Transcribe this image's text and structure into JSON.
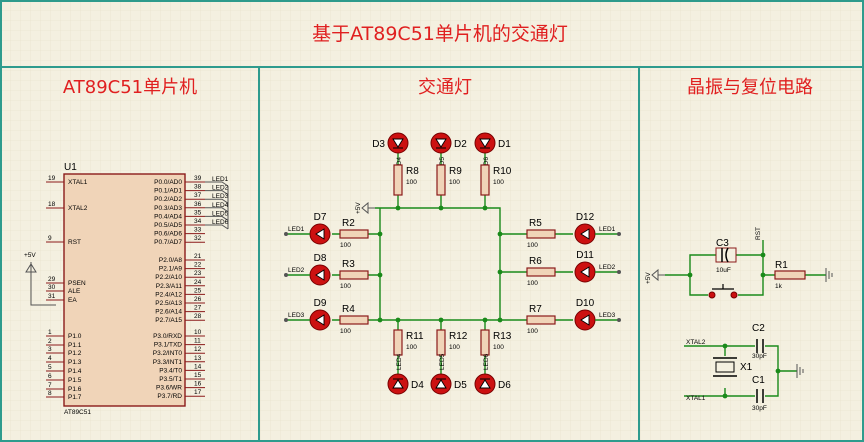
{
  "main_title": "基于AT89C51单片机的交通灯",
  "sections": {
    "mcu": "AT89C51单片机",
    "traffic": "交通灯",
    "osc": "晶振与复位电路"
  },
  "mcu": {
    "ref": "U1",
    "part": "AT89C51",
    "vcc": "+5V",
    "left_pins": [
      {
        "num": "19",
        "name": "XTAL1"
      },
      {
        "num": "18",
        "name": "XTAL2"
      },
      {
        "num": "9",
        "name": "RST"
      },
      {
        "num": "29",
        "name": "PSEN"
      },
      {
        "num": "30",
        "name": "ALE"
      },
      {
        "num": "31",
        "name": "EA"
      },
      {
        "num": "1",
        "name": "P1.0"
      },
      {
        "num": "2",
        "name": "P1.1"
      },
      {
        "num": "3",
        "name": "P1.2"
      },
      {
        "num": "4",
        "name": "P1.3"
      },
      {
        "num": "5",
        "name": "P1.4"
      },
      {
        "num": "6",
        "name": "P1.5"
      },
      {
        "num": "7",
        "name": "P1.6"
      },
      {
        "num": "8",
        "name": "P1.7"
      }
    ],
    "right_pins": [
      {
        "num": "39",
        "name": "P0.0/AD0"
      },
      {
        "num": "38",
        "name": "P0.1/AD1"
      },
      {
        "num": "37",
        "name": "P0.2/AD2"
      },
      {
        "num": "36",
        "name": "P0.3/AD3"
      },
      {
        "num": "35",
        "name": "P0.4/AD4"
      },
      {
        "num": "34",
        "name": "P0.5/AD5"
      },
      {
        "num": "33",
        "name": "P0.6/AD6"
      },
      {
        "num": "32",
        "name": "P0.7/AD7"
      },
      {
        "num": "21",
        "name": "P2.0/A8"
      },
      {
        "num": "22",
        "name": "P2.1/A9"
      },
      {
        "num": "23",
        "name": "P2.2/A10"
      },
      {
        "num": "24",
        "name": "P2.3/A11"
      },
      {
        "num": "25",
        "name": "P2.4/A12"
      },
      {
        "num": "26",
        "name": "P2.5/A13"
      },
      {
        "num": "27",
        "name": "P2.6/A14"
      },
      {
        "num": "28",
        "name": "P2.7/A15"
      },
      {
        "num": "10",
        "name": "P3.0/RXD"
      },
      {
        "num": "11",
        "name": "P3.1/TXD"
      },
      {
        "num": "12",
        "name": "P3.2/INT0"
      },
      {
        "num": "13",
        "name": "P3.3/INT1"
      },
      {
        "num": "14",
        "name": "P3.4/T0"
      },
      {
        "num": "15",
        "name": "P3.5/T1"
      },
      {
        "num": "16",
        "name": "P3.6/WR"
      },
      {
        "num": "17",
        "name": "P3.7/RD"
      }
    ],
    "net_labels": [
      "LED1",
      "LED2",
      "LED3",
      "LED4",
      "LED5",
      "LED6"
    ]
  },
  "traffic": {
    "vcc": "+5V",
    "leds": [
      "D1",
      "D2",
      "D3",
      "D4",
      "D5",
      "D6",
      "D7",
      "D8",
      "D9",
      "D10",
      "D11",
      "D12"
    ],
    "resistors": [
      "R2",
      "R3",
      "R4",
      "R5",
      "R6",
      "R7",
      "R8",
      "R9",
      "R10",
      "R11",
      "R12",
      "R13"
    ],
    "value": "100",
    "nets": [
      "LED1",
      "LED2",
      "LED3",
      "LED4",
      "LED5",
      "LED6"
    ]
  },
  "osc": {
    "c3": "C3",
    "c3_val": "10uF",
    "r1": "R1",
    "r1_val": "1k",
    "rst": "RST",
    "vcc": "+5V",
    "c1": "C1",
    "c2": "C2",
    "cap_val": "30pF",
    "x1": "X1",
    "xtal1": "XTAL1",
    "xtal2": "XTAL2"
  }
}
